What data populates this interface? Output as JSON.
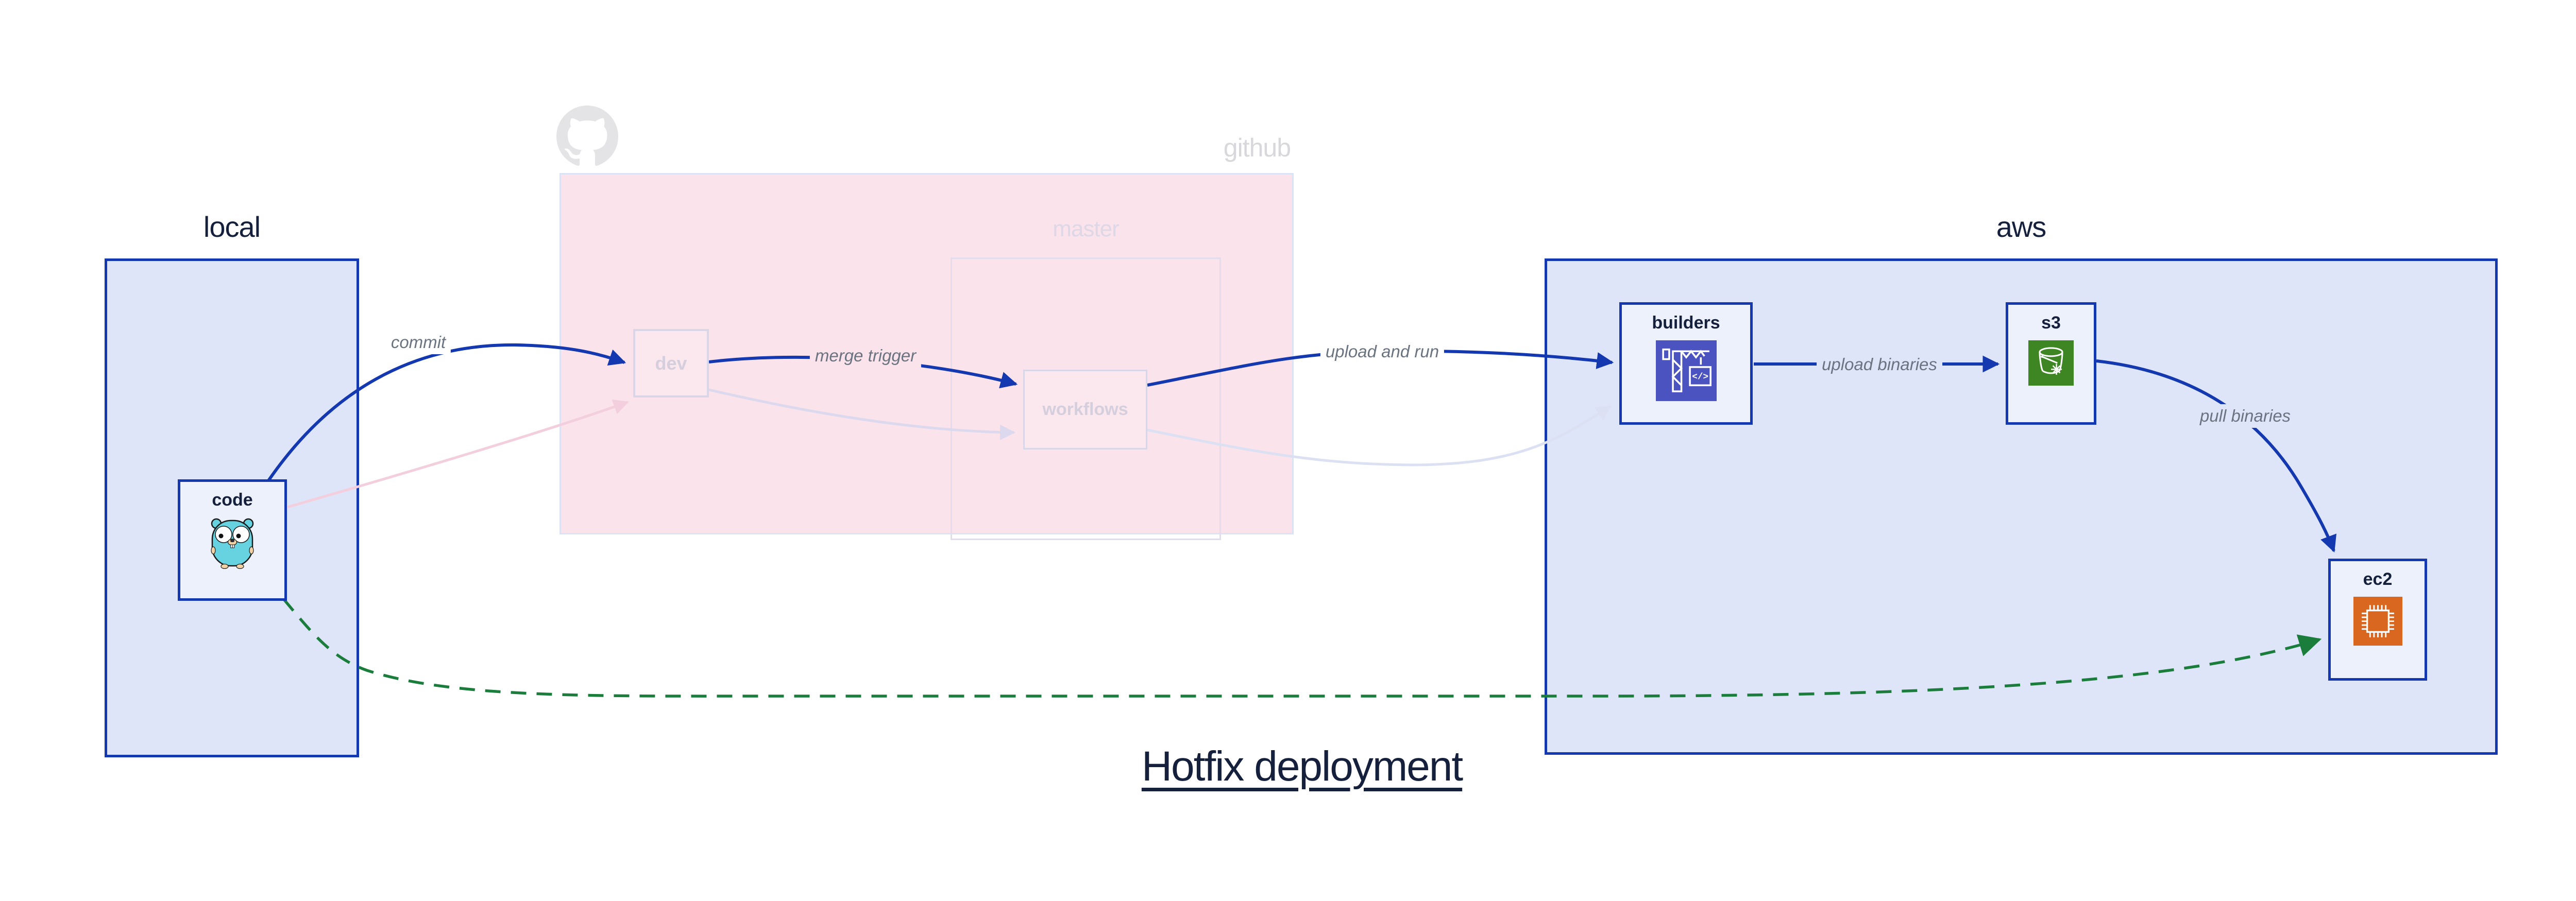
{
  "title": {
    "text": "Hotfix deployment"
  },
  "groups": {
    "local": {
      "label": "local"
    },
    "github": {
      "label": "github"
    },
    "master": {
      "label": "master"
    },
    "aws": {
      "label": "aws"
    }
  },
  "nodes": {
    "code": {
      "label": "code",
      "icon": "go-gopher-icon"
    },
    "dev": {
      "label": "dev"
    },
    "workflows": {
      "label": "workflows"
    },
    "builders": {
      "label": "builders",
      "icon": "codebuild-crane-icon",
      "icon_glyph": "</>"
    },
    "s3": {
      "label": "s3",
      "icon": "s3-bucket-icon"
    },
    "ec2": {
      "label": "ec2",
      "icon": "ec2-chip-icon"
    }
  },
  "edges": {
    "commit": {
      "label": "commit",
      "style": "solid-blue"
    },
    "merge_trigger": {
      "label": "merge trigger",
      "style": "solid-blue"
    },
    "upload_and_run": {
      "label": "upload and run",
      "style": "solid-blue"
    },
    "upload_binaries": {
      "label": "upload binaries",
      "style": "solid-blue"
    },
    "pull_binaries": {
      "label": "pull binaries",
      "style": "solid-blue"
    },
    "hotfix_bypass": {
      "label": "",
      "style": "dashed-green"
    }
  },
  "colors": {
    "primary_blue": "#1338b0",
    "navy_text": "#15203c",
    "box_fill": "#dfe5f8",
    "node_fill": "#edf1fc",
    "github_pink": "#fae3eb",
    "faded_pink": "#f3cfdd",
    "faded_lavender": "#dcd9ee",
    "faded_blue": "#dce0f3",
    "hotfix_green": "#1b7d3c",
    "codebuild_indigo": "#4b53c0",
    "s3_green": "#3e8624",
    "ec2_orange": "#d9671f",
    "label_gray": "#6a7380",
    "github_gray": "#d8d8dc"
  }
}
